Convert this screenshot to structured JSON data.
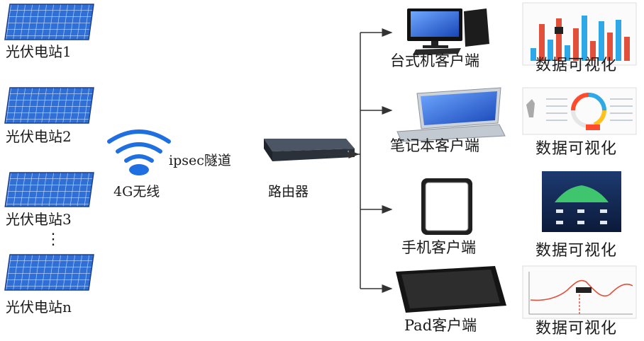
{
  "stations": [
    {
      "label": "光伏电站1"
    },
    {
      "label": "光伏电站2"
    },
    {
      "label": "光伏电站3"
    },
    {
      "label": "光伏电站n"
    }
  ],
  "ellipsis": "⋮",
  "wireless": {
    "label": "4G无线",
    "icon": "wifi-icon"
  },
  "tunnel": {
    "label": "ipsec隧道"
  },
  "router": {
    "label": "路由器"
  },
  "clients": [
    {
      "label": "台式机客户端",
      "icon": "desktop-computer-icon"
    },
    {
      "label": "笔记本客户端",
      "icon": "laptop-icon"
    },
    {
      "label": "手机客户端",
      "icon": "phone-icon"
    },
    {
      "label": "Pad客户端",
      "icon": "tablet-icon"
    }
  ],
  "viz": [
    {
      "label": "数据可视化",
      "kind": "bar-chart-thumbnail"
    },
    {
      "label": "数据可视化",
      "kind": "gauge-dashboard-thumbnail"
    },
    {
      "label": "数据可视化",
      "kind": "dark-dashboard-thumbnail"
    },
    {
      "label": "数据可视化",
      "kind": "line-chart-thumbnail"
    }
  ],
  "colors": {
    "panel": "#2f6fd6",
    "panel_dark": "#1c4fa8",
    "wifi": "#1f6fe0",
    "line": "#333333",
    "bar_red": "#e0503a",
    "bar_blue": "#2ea8e6"
  }
}
